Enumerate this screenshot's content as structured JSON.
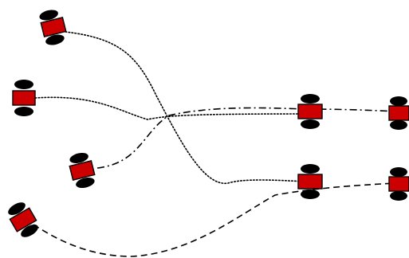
{
  "diagram": {
    "robot_color": "#cc0000",
    "wheel_color": "#000000",
    "line_color": "#000000",
    "robots": [
      {
        "id": "start-1",
        "role": "start"
      },
      {
        "id": "start-2",
        "role": "start"
      },
      {
        "id": "start-3",
        "role": "start"
      },
      {
        "id": "start-4",
        "role": "start"
      },
      {
        "id": "mid-top",
        "role": "waypoint"
      },
      {
        "id": "mid-bottom",
        "role": "waypoint"
      },
      {
        "id": "goal-top",
        "role": "goal"
      },
      {
        "id": "goal-bottom",
        "role": "goal"
      }
    ],
    "trajectories": [
      {
        "id": "traj-1",
        "from": "start-1",
        "to": "mid-bottom",
        "line_style": "dotted"
      },
      {
        "id": "traj-2",
        "from": "start-2",
        "to": "mid-top",
        "line_style": "dotted"
      },
      {
        "id": "traj-3",
        "from": "start-3",
        "to": "goal-top",
        "line_style": "dash-dot"
      },
      {
        "id": "traj-4",
        "from": "start-4",
        "to": "goal-bottom",
        "line_style": "dashed"
      }
    ]
  }
}
